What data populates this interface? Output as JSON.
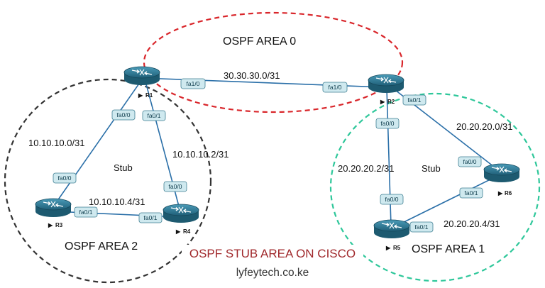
{
  "areas": {
    "area0": {
      "label": "OSPF AREA 0",
      "color": "#d9262b"
    },
    "area2": {
      "label": "OSPF AREA 2",
      "color": "#333333"
    },
    "area1": {
      "label": "OSPF AREA 1",
      "color": "#2ec79a"
    }
  },
  "stub_labels": {
    "area2": "Stub",
    "area1": "Stub"
  },
  "routers": {
    "r1": "R1",
    "r2": "R2",
    "r3": "R3",
    "r4": "R4",
    "r5": "R5",
    "r6": "R6"
  },
  "subnets": {
    "r1_r2": "30.30.30.0/31",
    "r1_r3": "10.10.10.0/31",
    "r1_r4": "10.10.10.2/31",
    "r3_r4": "10.10.10.4/31",
    "r2_r5": "20.20.20.2/31",
    "r2_r6": "20.20.20.0/31",
    "r5_r6": "20.20.20.4/31"
  },
  "interfaces": {
    "r1_to_r2": "fa1/0",
    "r2_to_r1": "fa1/0",
    "r1_to_r3": "fa0/0",
    "r1_to_r4": "fa0/1",
    "r3_to_r1": "fa0/0",
    "r3_to_r4": "fa0/1",
    "r4_to_r1": "fa0/0",
    "r4_to_r3": "fa0/1",
    "r2_to_r5": "fa0/0",
    "r2_to_r6": "fa0/1",
    "r5_to_r2": "fa0/0",
    "r5_to_r6": "fa0/1",
    "r6_to_r2": "fa0/0",
    "r6_to_r5": "fa0/1"
  },
  "link_color": "#2a6fa8",
  "router_color": "#2e7e9c",
  "caption": {
    "title": "OSPF STUB AREA ON CISCO",
    "site": "lyfeytech.co.ke"
  }
}
